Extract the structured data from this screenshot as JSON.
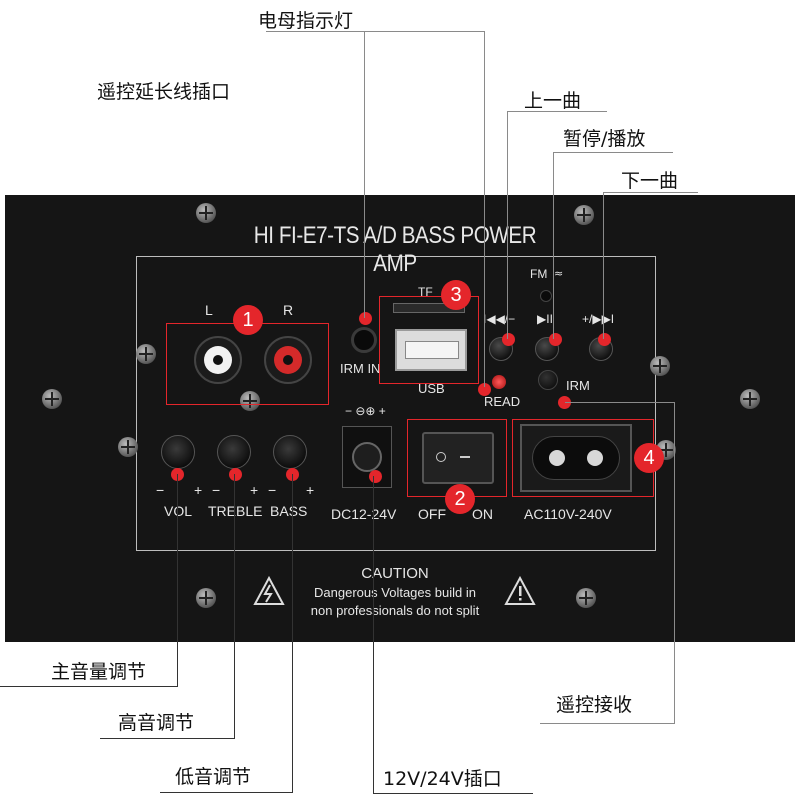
{
  "callouts": {
    "power_indicator": "电母指示灯",
    "remote_extension_port": "遥控延长线插口",
    "prev_track": "上一曲",
    "pause_play": "暂停/播放",
    "next_track": "下一曲",
    "main_volume": "主音量调节",
    "treble": "高音调节",
    "bass": "低音调节",
    "remote_receive": "遥控接收",
    "dc_port": "12V/24V插口"
  },
  "panel": {
    "title": "HI FI-E7-TS A/D  BASS POWER AMP",
    "rca_left": "L",
    "rca_right": "R",
    "irm_in": "IRM IN",
    "tf": "TF",
    "usb": "USB",
    "read": "READ",
    "fm": "FM",
    "prev_button": "I◀◀/−",
    "play_button": "▶II",
    "next_button": "+/▶▶I",
    "irm": "IRM",
    "dc_polarity": "− ⊖⊕ +",
    "dc_label": "DC12-24V",
    "off": "OFF",
    "on": "ON",
    "ac_label": "AC110V-240V",
    "minus": "−",
    "plus": "+",
    "vol": "VOL",
    "treble": "TREBLE",
    "bass": "BASS",
    "caution_title": "CAUTION",
    "caution_line1": "Dangerous Voltages build in",
    "caution_line2": "non professionals do not split"
  },
  "badges": [
    "1",
    "2",
    "3",
    "4"
  ],
  "colors": {
    "badge_red": "#e4262b",
    "plate_black": "#151515",
    "rca_red": "#d42a2a",
    "rca_white": "#f2f2f2"
  }
}
